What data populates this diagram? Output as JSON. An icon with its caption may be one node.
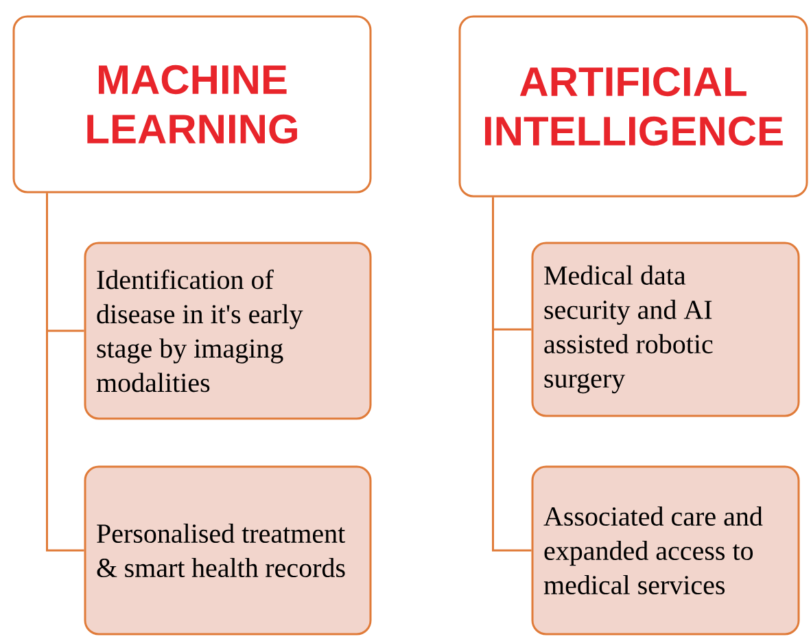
{
  "diagram": {
    "nodes": [
      {
        "text": [
          "MACHINE LEARNING"
        ]
      },
      {
        "text": [
          "Identification of disease in it's early stage by imaging modalities"
        ]
      },
      {
        "text": [
          "Personalised treatment & smart health records"
        ]
      },
      {
        "text": [
          "ARTIFICIAL INTELLIGENCE"
        ]
      },
      {
        "text": [
          "Medical data security and AI assisted robotic surgery"
        ]
      },
      {
        "text": [
          "Associated care and expanded access to medical services"
        ]
      }
    ],
    "edges": [
      {
        "from": 0,
        "to": 1,
        "arrow": "none"
      },
      {
        "from": 0,
        "to": 2,
        "arrow": "none"
      },
      {
        "from": 3,
        "to": 4,
        "arrow": "none"
      },
      {
        "from": 3,
        "to": 5,
        "arrow": "none"
      }
    ]
  }
}
